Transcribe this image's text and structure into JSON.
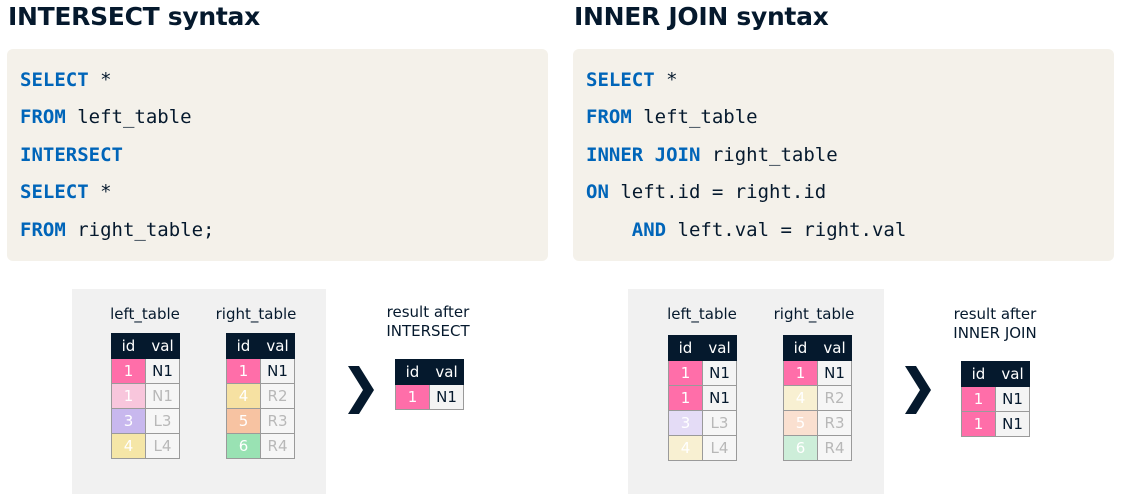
{
  "left": {
    "title": "INTERSECT syntax",
    "code": [
      [
        {
          "t": "SELECT",
          "kw": true
        },
        {
          "t": " *",
          "kw": false
        }
      ],
      [
        {
          "t": "FROM",
          "kw": true
        },
        {
          "t": " left_table",
          "kw": false
        }
      ],
      [
        {
          "t": "INTERSECT",
          "kw": true
        }
      ],
      [
        {
          "t": "SELECT",
          "kw": true
        },
        {
          "t": " *",
          "kw": false
        }
      ],
      [
        {
          "t": "FROM",
          "kw": true
        },
        {
          "t": " right_table;",
          "kw": false
        }
      ]
    ],
    "left_label": "left_table",
    "right_label": "right_table",
    "result_label_1": "result after",
    "result_label_2": "INTERSECT",
    "left_rows": [
      {
        "id": "1",
        "val": "N1",
        "color": "#ff6ea9",
        "faded": false
      },
      {
        "id": "1",
        "val": "N1",
        "color": "#f8c6dc",
        "faded": true
      },
      {
        "id": "3",
        "val": "L3",
        "color": "#c8b8ee",
        "faded": true
      },
      {
        "id": "4",
        "val": "L4",
        "color": "#f5e6a7",
        "faded": true
      }
    ],
    "right_rows": [
      {
        "id": "1",
        "val": "N1",
        "color": "#ff6ea9",
        "faded": false
      },
      {
        "id": "4",
        "val": "R2",
        "color": "#f6e1a2",
        "faded": true
      },
      {
        "id": "5",
        "val": "R3",
        "color": "#f7c3a2",
        "faded": true
      },
      {
        "id": "6",
        "val": "R4",
        "color": "#99e2b3",
        "faded": true
      }
    ],
    "result_rows": [
      {
        "id": "1",
        "val": "N1",
        "color": "#ff6ea9",
        "faded": false
      }
    ]
  },
  "right": {
    "title": "INNER JOIN syntax",
    "code": [
      [
        {
          "t": "SELECT",
          "kw": true
        },
        {
          "t": " *",
          "kw": false
        }
      ],
      [
        {
          "t": "FROM",
          "kw": true
        },
        {
          "t": " left_table",
          "kw": false
        }
      ],
      [
        {
          "t": "INNER JOIN",
          "kw": true
        },
        {
          "t": " right_table",
          "kw": false
        }
      ],
      [
        {
          "t": "ON",
          "kw": true
        },
        {
          "t": " left.id = right.id",
          "kw": false
        }
      ],
      [
        {
          "t": "    ",
          "kw": false
        },
        {
          "t": "AND",
          "kw": true
        },
        {
          "t": " left.val = right.val",
          "kw": false
        }
      ]
    ],
    "left_label": "left_table",
    "right_label": "right_table",
    "result_label_1": "result after",
    "result_label_2": "INNER JOIN",
    "left_rows": [
      {
        "id": "1",
        "val": "N1",
        "color": "#ff6ea9",
        "faded": false
      },
      {
        "id": "1",
        "val": "N1",
        "color": "#ff6ea9",
        "faded": false
      },
      {
        "id": "3",
        "val": "L3",
        "color": "#e4dcf6",
        "faded": true
      },
      {
        "id": "4",
        "val": "L4",
        "color": "#f8f0d2",
        "faded": true
      }
    ],
    "right_rows": [
      {
        "id": "1",
        "val": "N1",
        "color": "#ff6ea9",
        "faded": false
      },
      {
        "id": "4",
        "val": "R2",
        "color": "#f8f0d2",
        "faded": true
      },
      {
        "id": "5",
        "val": "R3",
        "color": "#fae0d0",
        "faded": true
      },
      {
        "id": "6",
        "val": "R4",
        "color": "#cdeed9",
        "faded": true
      }
    ],
    "result_rows": [
      {
        "id": "1",
        "val": "N1",
        "color": "#ff6ea9",
        "faded": false
      },
      {
        "id": "1",
        "val": "N1",
        "color": "#ff6ea9",
        "faded": false
      }
    ]
  },
  "header": {
    "id": "id",
    "val": "val"
  },
  "colors": {
    "dark": "#05192d",
    "keyword": "#0065b9",
    "code_bg": "#f4f1ea",
    "panel_bg": "#f1f1f1"
  }
}
